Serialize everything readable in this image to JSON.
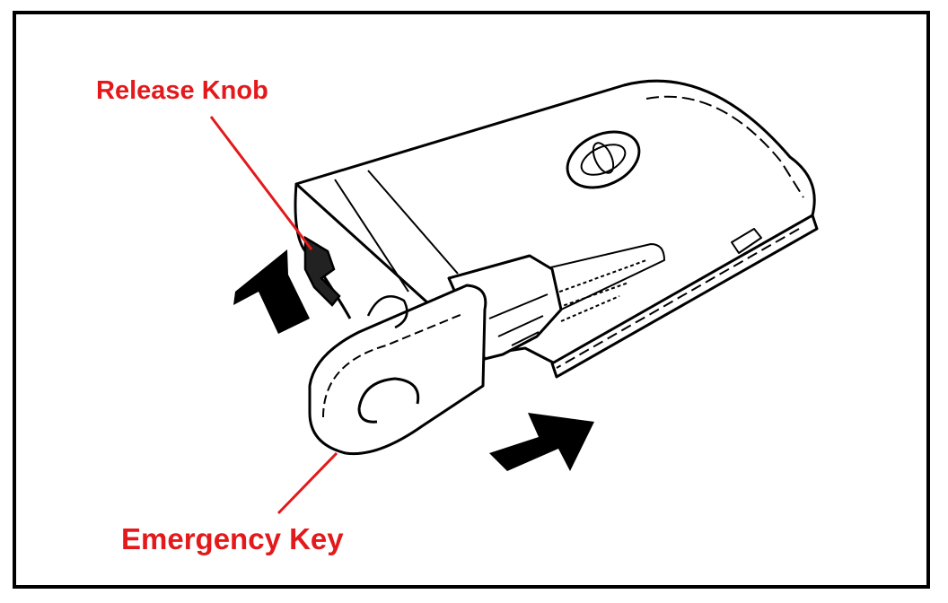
{
  "diagram": {
    "labels": {
      "release_knob": "Release Knob",
      "emergency_key": "Emergency Key"
    },
    "colors": {
      "label": "#e3191b",
      "leader_line": "#e3191b",
      "outline": "#000000",
      "background": "#ffffff"
    },
    "icons": [
      "key-fob",
      "emergency-key",
      "release-knob",
      "arrow-up-left",
      "arrow-up-right",
      "brand-logo"
    ]
  }
}
